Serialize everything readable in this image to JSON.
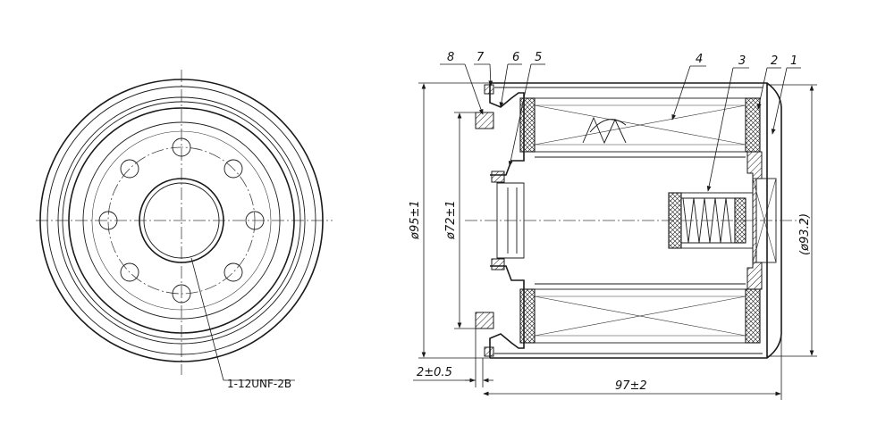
{
  "part_numbers": [
    "1",
    "2",
    "3",
    "4",
    "5",
    "6",
    "7",
    "8"
  ],
  "thread_label": "1-12UNF-2B",
  "dimensions": {
    "outer_diameter": "ø95±1",
    "gasket_diameter": "ø72±1",
    "body_diameter": "(ø93.2)",
    "gasket_offset": "2±0.5",
    "overall_length": "97±2"
  }
}
